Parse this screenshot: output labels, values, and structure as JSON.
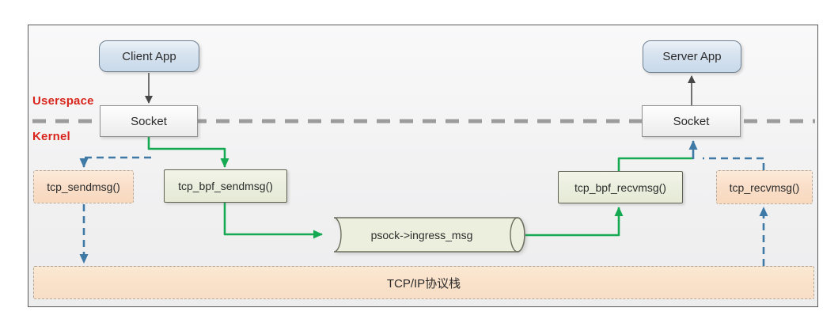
{
  "diagram": {
    "zones": {
      "userspace": "Userspace",
      "kernel": "Kernel"
    },
    "nodes": {
      "client_app": "Client App",
      "server_app": "Server App",
      "socket_client": "Socket",
      "socket_server": "Socket",
      "tcp_sendmsg": "tcp_sendmsg()",
      "tcp_bpf_sendmsg": "tcp_bpf_sendmsg()",
      "tcp_bpf_recvmsg": "tcp_bpf_recvmsg()",
      "tcp_recvmsg": "tcp_recvmsg()",
      "ingress_queue": "psock->ingress_msg",
      "tcpip_stack": "TCP/IP协议栈"
    },
    "colors": {
      "bpf_path_green": "#15aa52",
      "legacy_path_blue": "#3f7aa6",
      "zone_label_red": "#d8261c",
      "divider_gray": "#9c9c9c",
      "app_box_fill": "#d6e2ef",
      "function_peach_fill": "#f9ddc7",
      "function_sage_fill": "#eaeedd"
    }
  }
}
